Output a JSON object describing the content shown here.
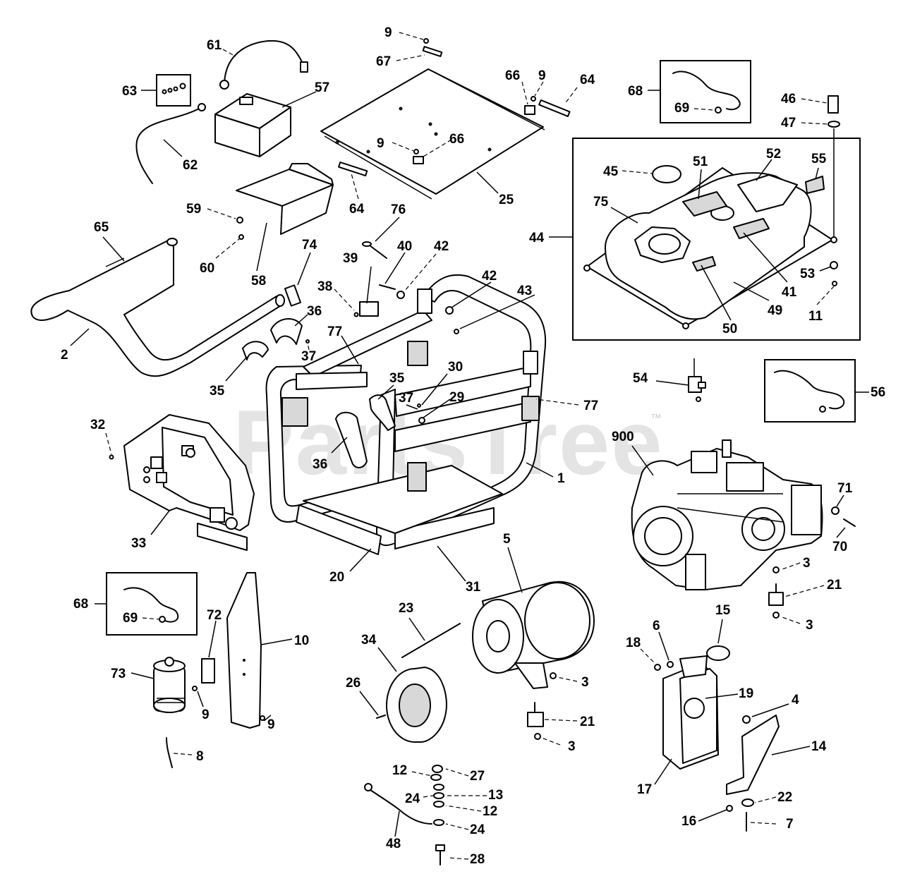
{
  "watermark": {
    "text": "PartsTree",
    "trademark": "™"
  },
  "callouts": [
    "9",
    "67",
    "66",
    "9",
    "64",
    "61",
    "63",
    "57",
    "62",
    "9",
    "66",
    "25",
    "64",
    "59",
    "60",
    "58",
    "65",
    "2",
    "74",
    "76",
    "40",
    "42",
    "39",
    "38",
    "36",
    "37",
    "35",
    "42",
    "43",
    "77",
    "35",
    "37",
    "30",
    "29",
    "77",
    "36",
    "1",
    "32",
    "33",
    "20",
    "31",
    "68",
    "69",
    "46",
    "47",
    "44",
    "45",
    "51",
    "52",
    "55",
    "75",
    "53",
    "41",
    "49",
    "50",
    "11",
    "54",
    "56",
    "900",
    "71",
    "70",
    "3",
    "21",
    "3",
    "5",
    "23",
    "34",
    "26",
    "3",
    "21",
    "3",
    "68",
    "69",
    "73",
    "72",
    "10",
    "9",
    "8",
    "9",
    "18",
    "6",
    "15",
    "19",
    "4",
    "14",
    "17",
    "12",
    "27",
    "24",
    "13",
    "12",
    "24",
    "48",
    "28",
    "22",
    "16",
    "7"
  ]
}
